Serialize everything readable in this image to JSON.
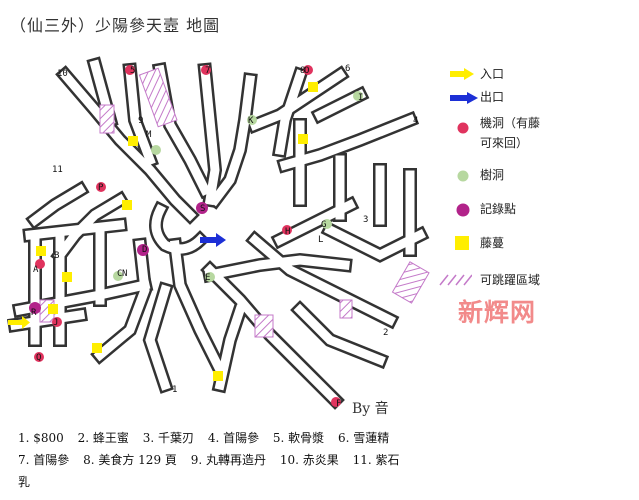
{
  "title": "（仙三外）少陽參天壼 地圖",
  "author": "By  音",
  "watermark": "新辉网",
  "colors": {
    "path_fill": "#ffffff",
    "path_stroke": "#333333",
    "entrance": "#ffee00",
    "exit": "#1c2fd6",
    "trap_hole": "#e0335e",
    "tree_hole": "#b7d8a0",
    "save_point": "#b2238a",
    "vine": "#ffee00",
    "jump_zone": "#c47ac9"
  },
  "legend": [
    {
      "icon": "entrance-arrow",
      "label": "入口"
    },
    {
      "icon": "exit-arrow",
      "label": "出口"
    },
    {
      "icon": "trap-hole-dot",
      "label": "機洞（有藤",
      "label2": "可來回）"
    },
    {
      "icon": "tree-hole-dot",
      "label": "樹洞"
    },
    {
      "icon": "save-point-dot",
      "label": "記錄點"
    },
    {
      "icon": "vine-square",
      "label": "藤蔓"
    },
    {
      "icon": "jump-zone-hatch",
      "label": "可跳躍區域"
    }
  ],
  "point_labels": [
    "10",
    "6",
    "5",
    "7",
    "8",
    "9",
    "4",
    "11",
    "3",
    "2",
    "1",
    "A",
    "B",
    "C",
    "D",
    "E",
    "F",
    "G",
    "H",
    "I",
    "J",
    "K",
    "L",
    "M",
    "N",
    "O",
    "P",
    "Q",
    "R",
    "S"
  ],
  "items": [
    "1. $800",
    "2. 蜂王蜜",
    "3. 千葉刃",
    "4. 首陽參",
    "5. 軟骨漿",
    "6. 雪蓮精",
    "7. 首陽參",
    "8. 美食方 129 頁",
    "9. 丸轉再造丹",
    "10. 赤炎果",
    "11. 紫石",
    "乳"
  ]
}
